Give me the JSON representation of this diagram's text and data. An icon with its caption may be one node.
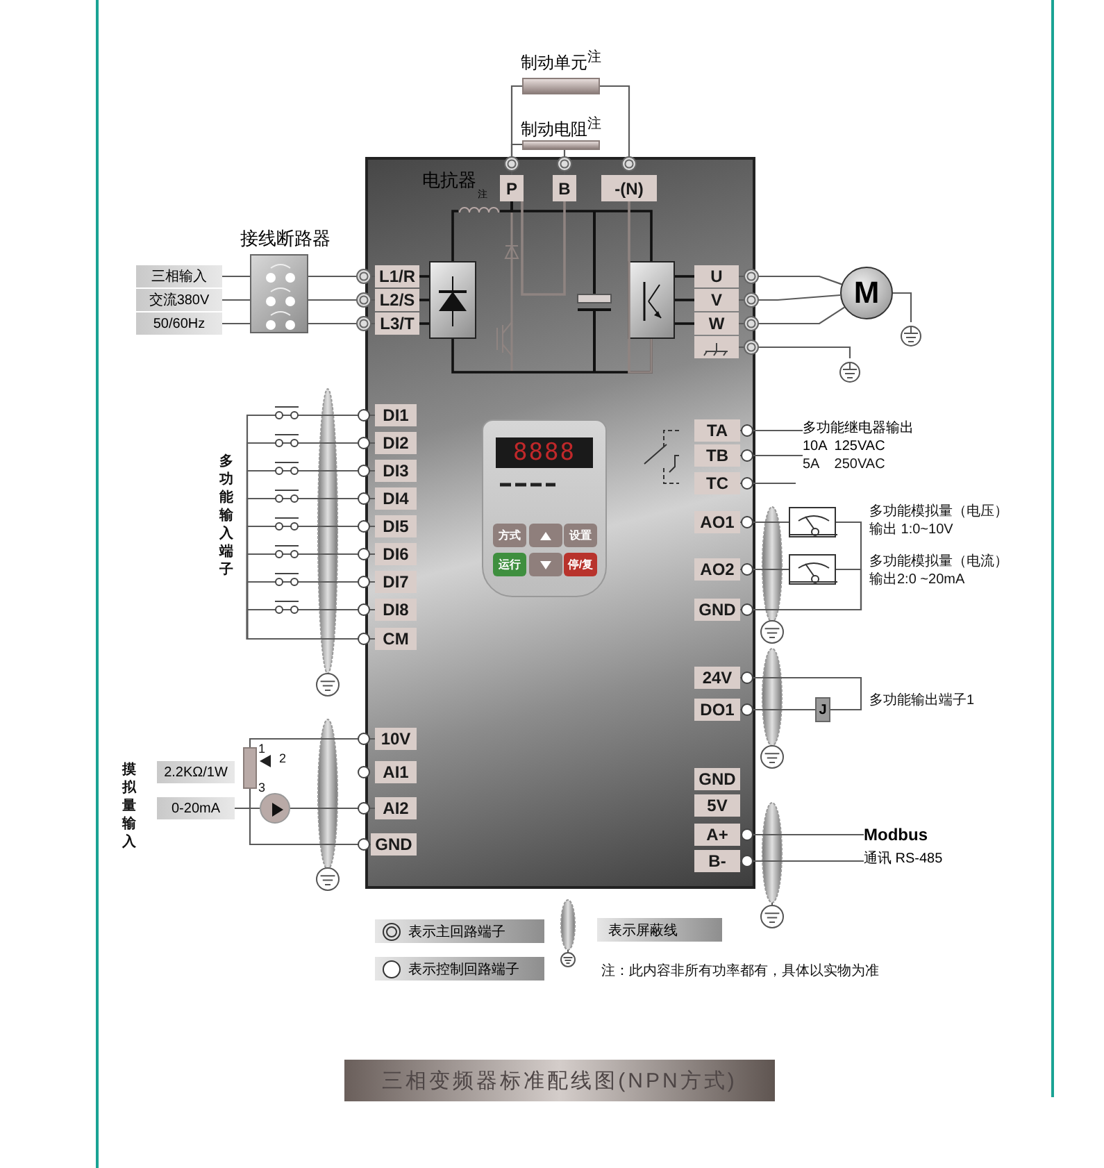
{
  "diagram": {
    "caption": "三相变频器标准配线图(NPN方式)",
    "nodes": [
      {
        "text": [],
        "shape": "box"
      },
      {
        "text": [
          "制动单元$^{注}$"
        ]
      },
      {
        "text": [
          "制动电阻$^{注}$"
        ]
      },
      {
        "text": [
          "P"
        ],
        "in": 0
      },
      {
        "text": [
          "B"
        ],
        "in": 0
      },
      {
        "text": [
          "-(N)"
        ],
        "in": 0
      },
      {
        "text": [
          "三相输入"
        ]
      },
      {
        "text": [
          "交流380V"
        ]
      },
      {
        "text": [
          "50/60Hz"
        ]
      },
      {
        "text": [],
        "shape": "box",
        "beside": [
          "接线断路器"
        ]
      },
      {
        "text": [
          "L1/R"
        ],
        "in": 0
      },
      {
        "text": [
          "L2/S"
        ],
        "in": 0
      },
      {
        "text": [
          "L3/T"
        ],
        "in": 0
      },
      {
        "text": [],
        "shape": "box",
        "in": 0
      },
      {
        "text": [],
        "shape": "box",
        "in": 0
      },
      {
        "text": [
          "U"
        ],
        "in": 0
      },
      {
        "text": [
          "V"
        ],
        "in": 0
      },
      {
        "text": [
          "W"
        ],
        "in": 0
      },
      {
        "text": [],
        "shape": "box",
        "in": 0
      },
      {
        "text": [
          "M"
        ]
      },
      {
        "text": [],
        "shape": "ground"
      },
      {
        "text": [],
        "shape": "ground"
      },
      {
        "text": [
          "DI1"
        ],
        "in": 0
      },
      {
        "text": [
          "DI2"
        ],
        "in": 0
      },
      {
        "text": [
          "DI3"
        ],
        "in": 0
      },
      {
        "text": [
          "DI4"
        ],
        "in": 0
      },
      {
        "text": [
          "DI5"
        ],
        "in": 0
      },
      {
        "text": [
          "DI6"
        ],
        "in": 0
      },
      {
        "text": [
          "DI7"
        ],
        "in": 0
      },
      {
        "text": [
          "DI8"
        ],
        "in": 0
      },
      {
        "text": [
          "CM"
        ],
        "in": 0
      },
      {
        "text": [
          "10V"
        ],
        "in": 0
      },
      {
        "text": [
          "AI1"
        ],
        "in": 0
      },
      {
        "text": [
          "AI2"
        ],
        "in": 0
      },
      {
        "text": [
          "GND"
        ],
        "in": 0
      },
      {
        "text": [
          "2.2KΩ/1W"
        ]
      },
      {
        "text": [
          "0-20mA"
        ]
      },
      {
        "text": [],
        "shape": "resistor"
      },
      {
        "text": [],
        "shape": "circle"
      },
      {
        "text": [
          "TA"
        ],
        "in": 0
      },
      {
        "text": [
          "TB"
        ],
        "in": 0
      },
      {
        "text": [
          "TC"
        ],
        "in": 0
      },
      {
        "text": [
          "AO1"
        ],
        "in": 0
      },
      {
        "text": [
          "AO2"
        ],
        "in": 0
      },
      {
        "text": [
          "GND"
        ],
        "in": 0
      },
      {
        "text": [
          "24V"
        ],
        "in": 0
      },
      {
        "text": [
          "DO1"
        ],
        "in": 0
      },
      {
        "text": [
          "GND"
        ],
        "in": 0
      },
      {
        "text": [
          "5V"
        ],
        "in": 0
      },
      {
        "text": [
          "A+"
        ],
        "in": 0
      },
      {
        "text": [
          "B-"
        ],
        "in": 0
      },
      {
        "text": [],
        "shape": "meter"
      },
      {
        "text": [],
        "shape": "meter"
      },
      {
        "text": [
          "J"
        ]
      },
      {
        "text": [
          "8888",
          "方式",
          "设置",
          "运行",
          "停/复"
        ],
        "in": 0
      },
      {
        "text": [],
        "shape": "coil",
        "beside": [
          "电抗器",
          "注"
        ],
        "in": 0
      },
      {
        "text": [
          "多功能继电器输出"
        ]
      },
      {
        "text": [
          "10A  125VAC"
        ]
      },
      {
        "text": [
          "Modbus"
        ]
      },
      {
        "text": [
          "通讯 RS-485"
        ]
      }
    ],
    "edges": [
      {
        "from": 6,
        "to": 9,
        "arrow": "none"
      },
      {
        "from": 7,
        "to": 9,
        "arrow": "none"
      },
      {
        "from": 8,
        "to": 9,
        "arrow": "none"
      },
      {
        "from": 9,
        "to": 10,
        "arrow": "none"
      },
      {
        "from": 9,
        "to": 11,
        "arrow": "none"
      },
      {
        "from": 9,
        "to": 12,
        "arrow": "none"
      },
      {
        "from": 10,
        "to": 13,
        "arrow": "none",
        "color": "#111111"
      },
      {
        "from": 11,
        "to": 13,
        "arrow": "none",
        "color": "#111111"
      },
      {
        "from": 12,
        "to": 13,
        "arrow": "none",
        "color": "#111111"
      },
      {
        "from": 14,
        "to": 15,
        "arrow": "none",
        "color": "#111111"
      },
      {
        "from": 14,
        "to": 16,
        "arrow": "none",
        "color": "#111111"
      },
      {
        "from": 14,
        "to": 17,
        "arrow": "none",
        "color": "#111111"
      },
      {
        "from": 15,
        "to": 19,
        "arrow": "none"
      },
      {
        "from": 16,
        "to": 19,
        "arrow": "none"
      },
      {
        "from": 17,
        "to": 19,
        "arrow": "none"
      },
      {
        "from": 19,
        "to": 20,
        "arrow": "none"
      },
      {
        "from": 18,
        "to": 21,
        "arrow": "none"
      },
      {
        "from": 3,
        "to": 1,
        "arrow": "none"
      },
      {
        "from": 1,
        "to": 5,
        "arrow": "none"
      },
      {
        "from": 3,
        "to": 2,
        "arrow": "none"
      },
      {
        "from": 2,
        "to": 4,
        "arrow": "none"
      },
      {
        "from": 22,
        "to": 30,
        "arrow": "none"
      },
      {
        "from": 23,
        "to": 30,
        "arrow": "none"
      },
      {
        "from": 24,
        "to": 30,
        "arrow": "none"
      },
      {
        "from": 25,
        "to": 30,
        "arrow": "none"
      },
      {
        "from": 26,
        "to": 30,
        "arrow": "none"
      },
      {
        "from": 27,
        "to": 30,
        "arrow": "none"
      },
      {
        "from": 28,
        "to": 30,
        "arrow": "none"
      },
      {
        "from": 29,
        "to": 30,
        "arrow": "none"
      },
      {
        "from": 31,
        "to": 37,
        "arrow": "none"
      },
      {
        "from": 37,
        "to": 34,
        "arrow": "none"
      },
      {
        "from": 36,
        "to": 38,
        "arrow": "none"
      },
      {
        "from": 38,
        "to": 33,
        "arrow": "none"
      },
      {
        "from": 39,
        "to": 56,
        "arrow": "none"
      },
      {
        "from": 40,
        "to": 57,
        "arrow": "none"
      },
      {
        "from": 41,
        "to": null,
        "arrow": "none"
      },
      {
        "from": 42,
        "to": 51,
        "arrow": "none"
      },
      {
        "from": 51,
        "to": 44,
        "arrow": "none"
      },
      {
        "from": 43,
        "to": 52,
        "arrow": "none"
      },
      {
        "from": 52,
        "to": 44,
        "arrow": "none"
      },
      {
        "from": 45,
        "to": 53,
        "arrow": "none"
      },
      {
        "from": 46,
        "to": 53,
        "arrow": "none"
      },
      {
        "from": 49,
        "to": 58,
        "arrow": "none"
      },
      {
        "from": 50,
        "to": 59,
        "arrow": "none"
      },
      {
        "from": 13,
        "to": 55,
        "arrow": "none",
        "color": "#111111"
      },
      {
        "from": 13,
        "to": 14,
        "arrow": "none",
        "color": "#111111"
      },
      {
        "from": 55,
        "to": 3,
        "arrow": "none",
        "color": "#111111"
      },
      {
        "from": 3,
        "to": 14,
        "arrow": "none",
        "color": "#111111"
      },
      {
        "from": 4,
        "to": 3,
        "arrow": "none",
        "color": "#8f8481"
      },
      {
        "from": 5,
        "to": 14,
        "arrow": "none",
        "color": "#8f8481"
      }
    ],
    "labels": [
      "多功能输入端子",
      "摸拟量输入",
      "1",
      "2",
      "3",
      "5A    250VAC",
      "多功能模拟量（电压）",
      "输出 1:0~10V",
      "多功能模拟量（电流）",
      "输出2:0 ~20mA",
      "多功能输出端子1",
      "注：此内容非所有功率都有，具体以实物为准"
    ],
    "legend": [
      {
        "text": "表示主回路端子"
      },
      {
        "text": "表示控制回路端子"
      },
      {
        "text": "表示屏蔽线"
      }
    ]
  }
}
